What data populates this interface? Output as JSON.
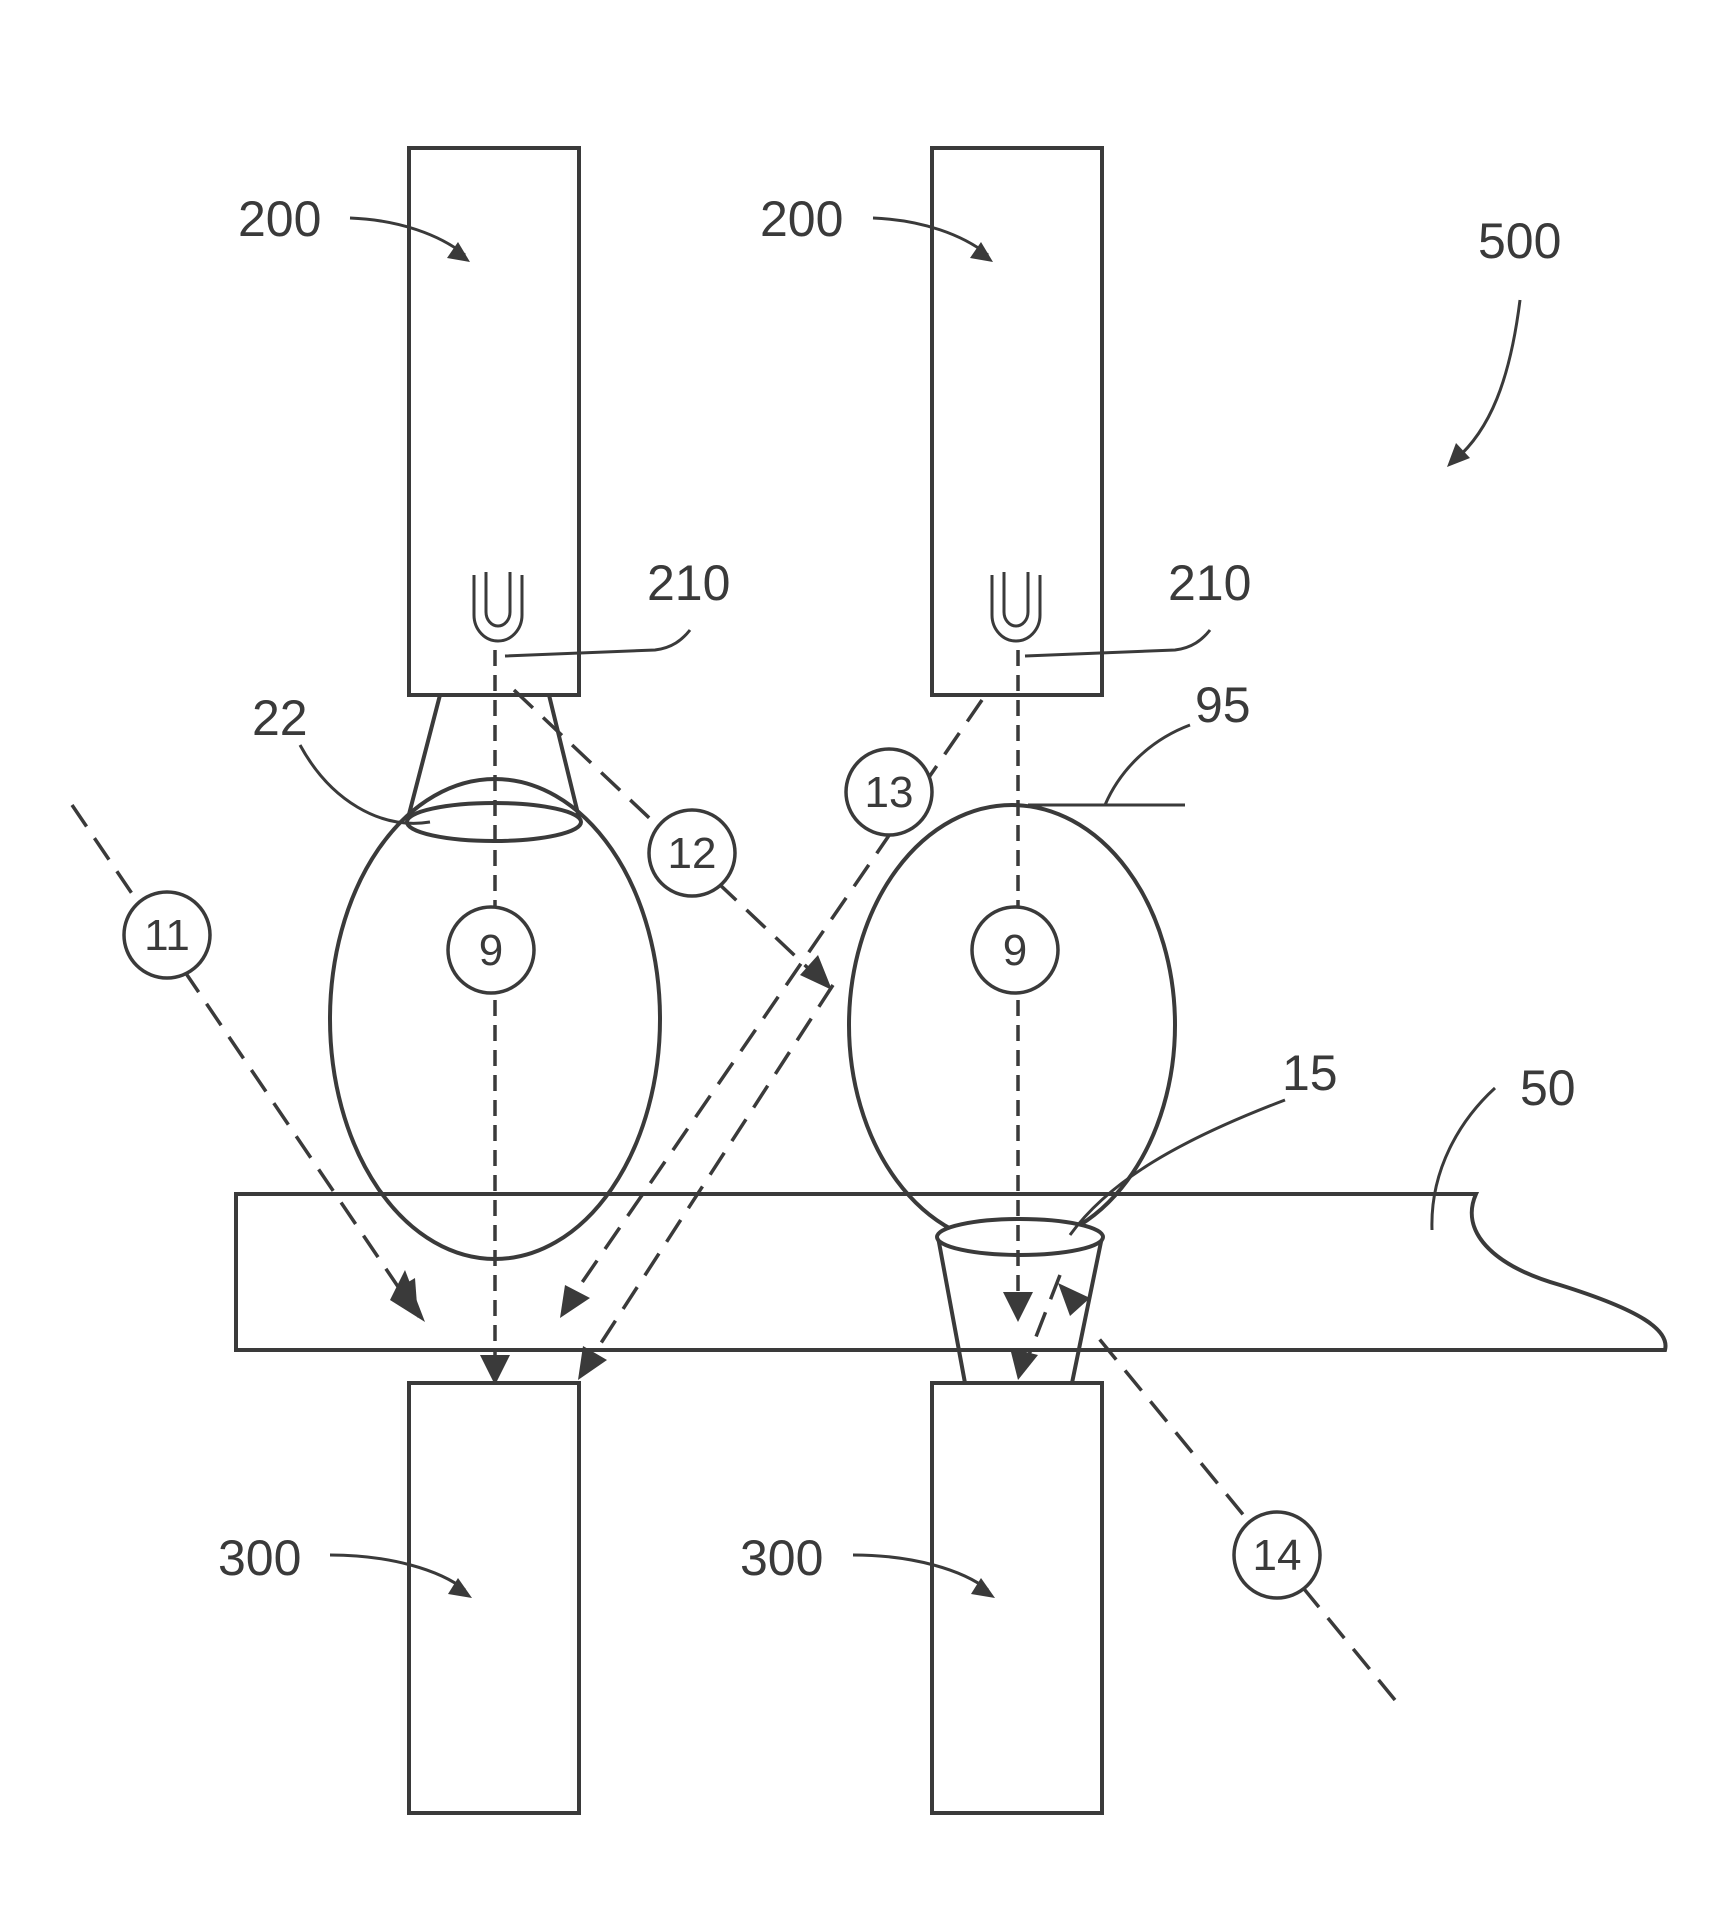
{
  "labels": {
    "top_left": "200",
    "top_right": "200",
    "system": "500",
    "sensor_left": "210",
    "sensor_right": "210",
    "lens_ring": "22",
    "line_95": "95",
    "cup": "15",
    "substrate": "50",
    "bottom_left": "300",
    "bottom_right": "300"
  },
  "path_numbers": {
    "p9_left": "9",
    "p9_right": "9",
    "p11": "11",
    "p12": "12",
    "p13": "13",
    "p14": "14"
  },
  "colors": {
    "stroke": "#3a3a3a",
    "background": "#ffffff"
  }
}
